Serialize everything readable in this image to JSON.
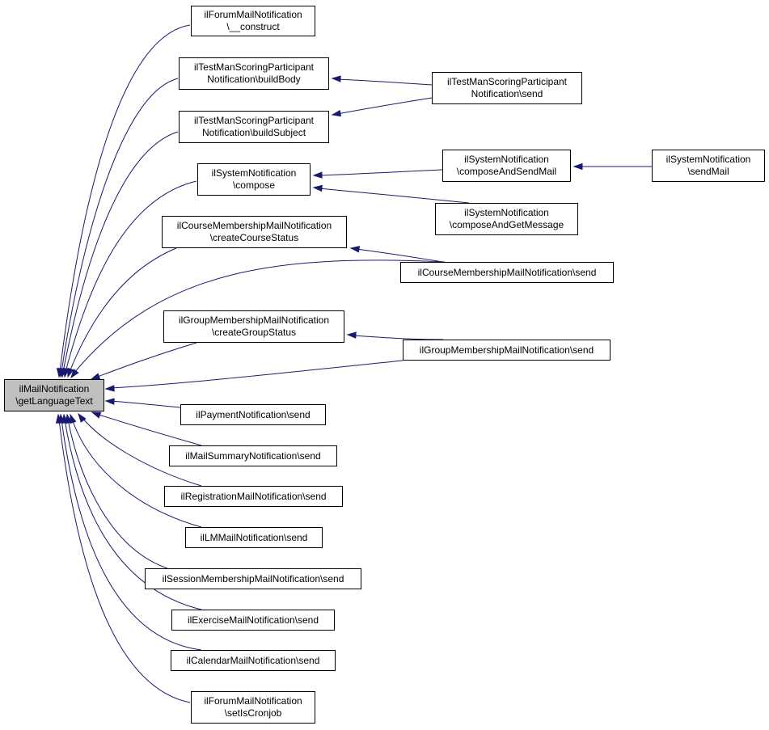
{
  "diagram": {
    "edge_color": "#191970",
    "root_fill": "#bfbfbf",
    "nodes": [
      {
        "id": "root",
        "label": "ilMailNotification\n\\getLanguageText"
      },
      {
        "id": "forum_construct",
        "label": "ilForumMailNotification\n\\__construct"
      },
      {
        "id": "testman_buildbody",
        "label": "ilTestManScoringParticipant\nNotification\\buildBody"
      },
      {
        "id": "testman_buildsubject",
        "label": "ilTestManScoringParticipant\nNotification\\buildSubject"
      },
      {
        "id": "testman_send",
        "label": "ilTestManScoringParticipant\nNotification\\send"
      },
      {
        "id": "sys_compose",
        "label": "ilSystemNotification\n\\compose"
      },
      {
        "id": "sys_composeandsendmail",
        "label": "ilSystemNotification\n\\composeAndSendMail"
      },
      {
        "id": "sys_sendmail",
        "label": "ilSystemNotification\n\\sendMail"
      },
      {
        "id": "sys_composeandgetmessage",
        "label": "ilSystemNotification\n\\composeAndGetMessage"
      },
      {
        "id": "course_createstatus",
        "label": "ilCourseMembershipMailNotification\n\\createCourseStatus"
      },
      {
        "id": "course_send",
        "label": "ilCourseMembershipMailNotification\\send"
      },
      {
        "id": "group_createstatus",
        "label": "ilGroupMembershipMailNotification\n\\createGroupStatus"
      },
      {
        "id": "group_send",
        "label": "ilGroupMembershipMailNotification\\send"
      },
      {
        "id": "payment_send",
        "label": "ilPaymentNotification\\send"
      },
      {
        "id": "mailsummary_send",
        "label": "ilMailSummaryNotification\\send"
      },
      {
        "id": "registration_send",
        "label": "ilRegistrationMailNotification\\send"
      },
      {
        "id": "lm_send",
        "label": "ilLMMailNotification\\send"
      },
      {
        "id": "session_send",
        "label": "ilSessionMembershipMailNotification\\send"
      },
      {
        "id": "exercise_send",
        "label": "ilExerciseMailNotification\\send"
      },
      {
        "id": "calendar_send",
        "label": "ilCalendarMailNotification\\send"
      },
      {
        "id": "forum_setiscronjob",
        "label": "ilForumMailNotification\n\\setIsCronjob"
      }
    ],
    "edges": [
      {
        "from": "forum_construct",
        "to": "root"
      },
      {
        "from": "testman_buildbody",
        "to": "root"
      },
      {
        "from": "testman_buildsubject",
        "to": "root"
      },
      {
        "from": "sys_compose",
        "to": "root"
      },
      {
        "from": "course_createstatus",
        "to": "root"
      },
      {
        "from": "course_send",
        "to": "root"
      },
      {
        "from": "group_createstatus",
        "to": "root"
      },
      {
        "from": "group_send",
        "to": "root"
      },
      {
        "from": "payment_send",
        "to": "root"
      },
      {
        "from": "mailsummary_send",
        "to": "root"
      },
      {
        "from": "registration_send",
        "to": "root"
      },
      {
        "from": "lm_send",
        "to": "root"
      },
      {
        "from": "session_send",
        "to": "root"
      },
      {
        "from": "exercise_send",
        "to": "root"
      },
      {
        "from": "calendar_send",
        "to": "root"
      },
      {
        "from": "forum_setiscronjob",
        "to": "root"
      },
      {
        "from": "testman_send",
        "to": "testman_buildbody"
      },
      {
        "from": "testman_send",
        "to": "testman_buildsubject"
      },
      {
        "from": "sys_composeandsendmail",
        "to": "sys_compose"
      },
      {
        "from": "sys_composeandgetmessage",
        "to": "sys_compose"
      },
      {
        "from": "sys_sendmail",
        "to": "sys_composeandsendmail"
      },
      {
        "from": "course_send",
        "to": "course_createstatus"
      },
      {
        "from": "group_send",
        "to": "group_createstatus"
      }
    ]
  }
}
